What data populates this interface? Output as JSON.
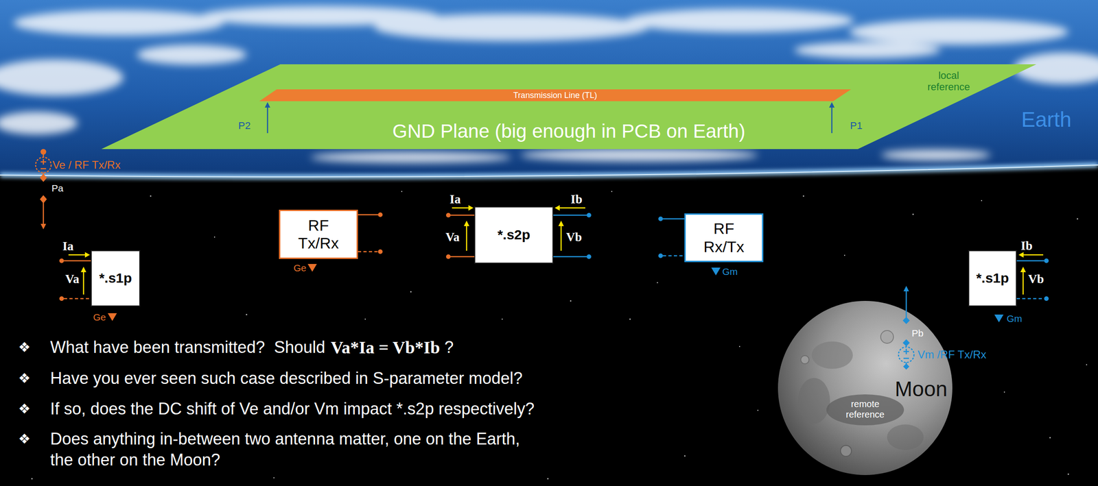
{
  "diagram": {
    "nodes": [
      {
        "text": [
          "GND Plane (big enough in PCB on Earth)",
          "local reference"
        ]
      },
      {
        "text": [
          "Transmission Line (TL)"
        ],
        "in": 0
      },
      {
        "text": [
          "*.s1p"
        ]
      },
      {
        "text": [
          "RF Tx/Rx"
        ]
      },
      {
        "text": [
          "*.s2p"
        ]
      },
      {
        "text": [
          "RF Rx/Tx"
        ]
      },
      {
        "text": [
          "*.s1p"
        ]
      },
      {
        "text": [
          "Moon",
          "remote reference"
        ]
      }
    ],
    "labels": [
      "P2",
      "P1",
      "Earth",
      "Ve / RF Tx/Rx",
      "Pa",
      "Ia",
      "Va",
      "Ge",
      "Ge",
      "Ia",
      "Va",
      "Ib",
      "Vb",
      "Gm",
      "Ib",
      "Vb",
      "Gm",
      "Pb",
      "Vm /RF Tx/Rx",
      "❖",
      "What have been transmitted?  Should",
      "Va*Ia = Vb*Ib",
      "?",
      "❖",
      "Have you ever seen such case described in S-parameter model?",
      "❖",
      "If so, does the DC shift of Ve and/or Vm impact *.s2p respectively?",
      "❖",
      "Does anything in-between two antenna matter, one on the Earth, the other on the Moon?"
    ]
  }
}
